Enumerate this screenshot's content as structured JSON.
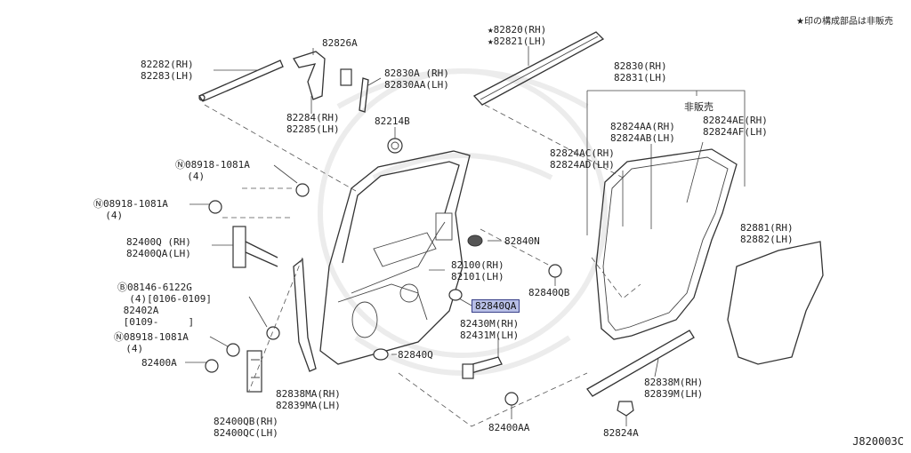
{
  "header_note": "★印の構成部品は非販売",
  "diagram_ref": "J820003C",
  "labels": {
    "p82282": "82282(RH)\n82283(LH)",
    "p82826A": "82826A",
    "p82830A": "82830A (RH)\n82830AA(LH)",
    "p82284": "82284(RH)\n82285(LH)",
    "p82214B": "82214B",
    "p82820": "★82820(RH)\n★82821(LH)",
    "p82830": "82830(RH)\n82831(LH)",
    "not_sold": "非販売",
    "p82824AA": "82824AA(RH)\n82824AB(LH)",
    "p82824AE": "82824AE(RH)\n82824AF(LH)",
    "p82824AC": "82824AC(RH)\n82824AD(LH)",
    "n08918_1": "Ⓝ08918-1081A\n  (4)",
    "n08918_2": "Ⓝ08918-1081A\n  (4)",
    "p82400Q": "82400Q (RH)\n82400QA(LH)",
    "b08146": "Ⓑ08146-6122G\n  (4)[0106-0109]\n 82402A\n [0109-     ]",
    "n08918_3": "Ⓝ08918-1081A\n  (4)",
    "p82400A": "82400A",
    "p82840N": "82840N",
    "p82100": "82100(RH)\n82101(LH)",
    "p82840QB": "82840QB",
    "p82840QA": "82840QA",
    "p82430M": "82430M(RH)\n82431M(LH)",
    "p82840Q": "82840Q",
    "p82838MA": "82838MA(RH)\n82839MA(LH)",
    "p82400QB": "82400QB(RH)\n82400QC(LH)",
    "p82400AA": "82400AA",
    "p82881": "82881(RH)\n82882(LH)",
    "p82838M": "82838M(RH)\n82839M(LH)",
    "p82824A": "82824A"
  }
}
